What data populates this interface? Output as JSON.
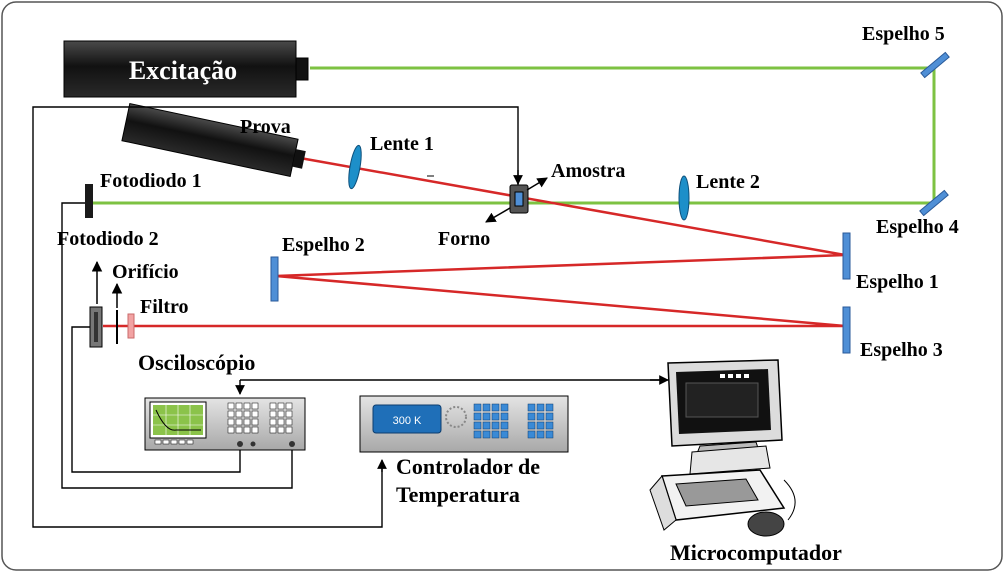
{
  "labels": {
    "excitacao": "Excitação",
    "prova": "Prova",
    "lente1": "Lente 1",
    "lente2": "Lente 2",
    "amostra": "Amostra",
    "forno": "Forno",
    "fotodiodo1": "Fotodiodo 1",
    "fotodiodo2": "Fotodiodo 2",
    "orificio": "Orifício",
    "filtro": "Filtro",
    "espelho1": "Espelho 1",
    "espelho2": "Espelho 2",
    "espelho3": "Espelho 3",
    "espelho4": "Espelho 4",
    "espelho5": "Espelho 5",
    "osciloscopio": "Osciloscópio",
    "controlador_l1": "Controlador de",
    "controlador_l2": "Temperatura",
    "microcomputador": "Microcomputador",
    "display_temp": "300 K"
  },
  "colors": {
    "excitation_beam": "#7dc242",
    "probe_beam": "#d62828",
    "mirror": "#4f8fd6",
    "lens": "#1d8fc9",
    "device_panel": "#1f6fb8",
    "laser_body": "#1a1a1a"
  }
}
